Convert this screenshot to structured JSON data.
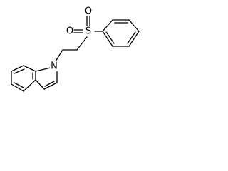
{
  "atoms": {
    "sulfur": "S",
    "oxygen_top": "O",
    "oxygen_left": "O",
    "nitrogen": "N"
  },
  "colors": {
    "bond": "#000000",
    "label": "#000000",
    "background": "#ffffff"
  }
}
